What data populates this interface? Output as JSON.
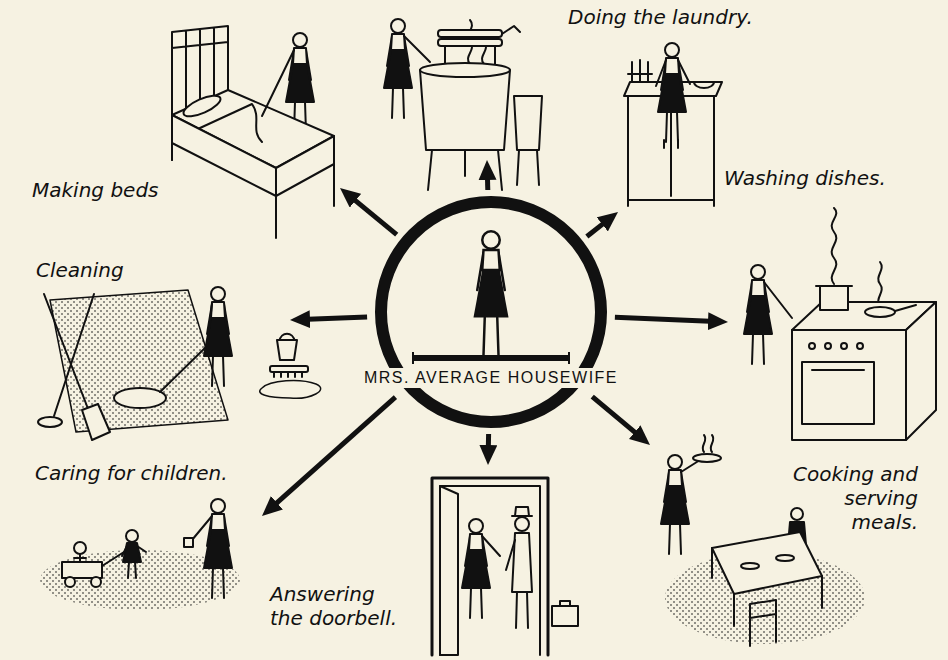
{
  "diagram": {
    "nodes": [
      {
        "text": [
          "MRS. AVERAGE HOUSEWIFE"
        ]
      },
      {
        "text": [
          "Making beds"
        ]
      },
      {
        "text": [
          "Doing the laundry."
        ]
      },
      {
        "text": [
          "Washing dishes."
        ]
      },
      {
        "text": [
          "Cleaning"
        ]
      },
      {
        "text": [
          "Cooking and serving meals."
        ]
      },
      {
        "text": [
          "Caring for children."
        ]
      },
      {
        "text": [
          "Answering the doorbell."
        ]
      }
    ],
    "edges": [
      {
        "from": 0,
        "to": 1,
        "arrow": "to"
      },
      {
        "from": 0,
        "to": 2,
        "arrow": "to"
      },
      {
        "from": 0,
        "to": 3,
        "arrow": "to"
      },
      {
        "from": 0,
        "to": 5,
        "arrow": "to"
      },
      {
        "from": 0,
        "to": 5,
        "arrow": "to"
      },
      {
        "from": 0,
        "to": 7,
        "arrow": "to"
      },
      {
        "from": 0,
        "to": 6,
        "arrow": "to"
      },
      {
        "from": 0,
        "to": 4,
        "arrow": "to"
      }
    ]
  }
}
